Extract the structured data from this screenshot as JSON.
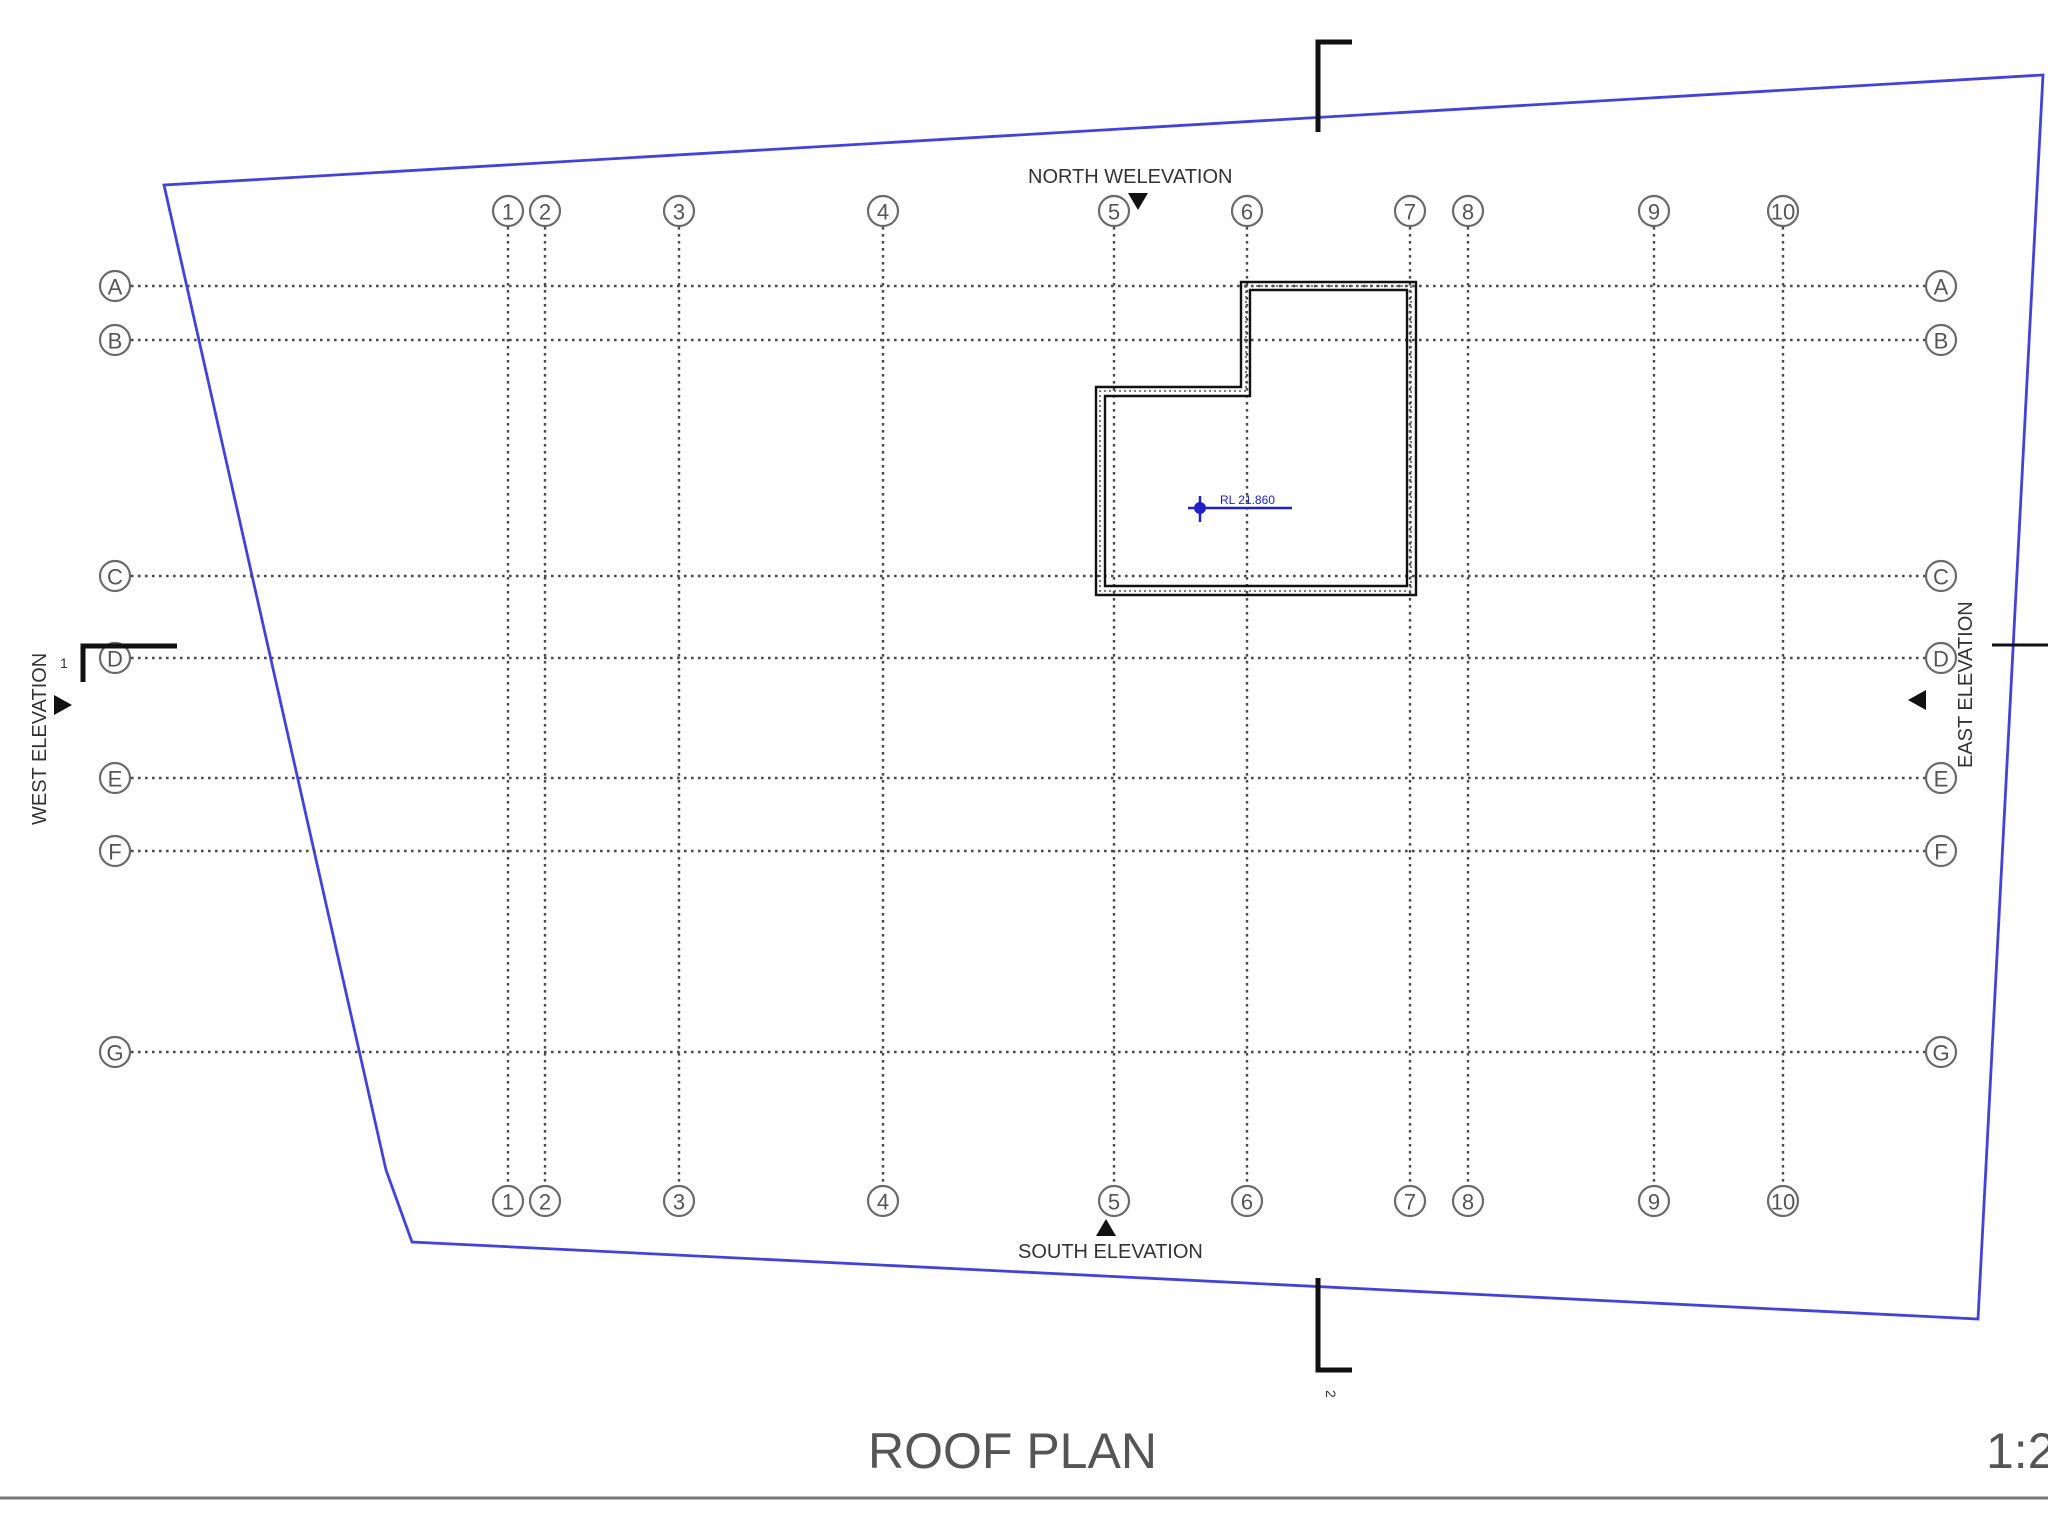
{
  "drawing": {
    "title": "ROOF PLAN",
    "scale": "1:2",
    "north_elevation": "NORTH WELEVATION",
    "south_elevation": "SOUTH ELEVATION",
    "west_elevation": "WEST ELEVATION",
    "east_elevation": "EAST ELEVATION",
    "section_1": "1",
    "section_2": "2",
    "level_tag": "RL 21.860"
  },
  "grid": {
    "columns": [
      "1",
      "2",
      "3",
      "4",
      "5",
      "6",
      "7",
      "8",
      "9",
      "10"
    ],
    "rows": [
      "A",
      "B",
      "C",
      "D",
      "E",
      "F",
      "G"
    ]
  },
  "colors": {
    "site_boundary": "#4343d8",
    "grid": "#4a4a4a",
    "wall": "#111111",
    "level_marker": "#2020c8"
  }
}
